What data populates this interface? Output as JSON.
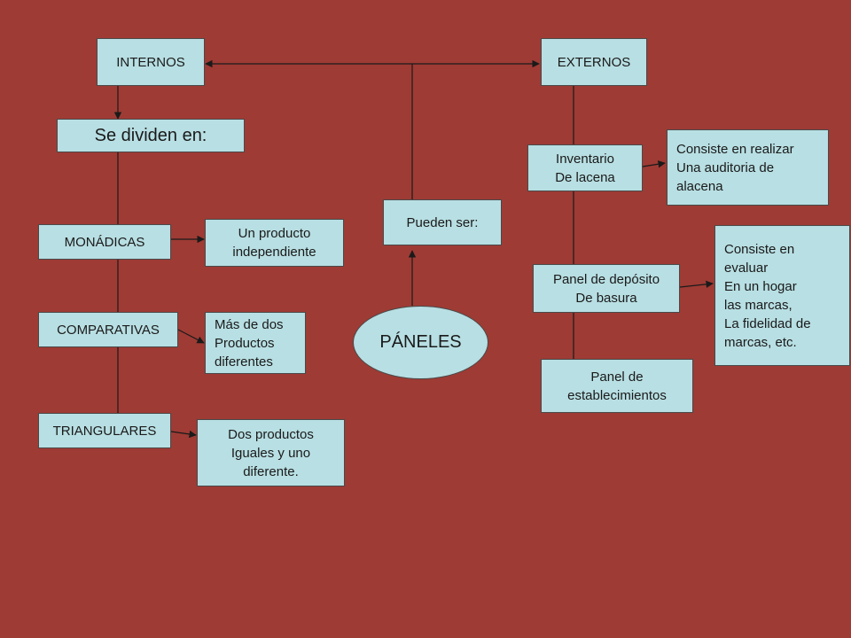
{
  "nodes": {
    "internos": "INTERNOS",
    "externos": "EXTERNOS",
    "se_dividen": "Se dividen en:",
    "monadicas": "MONÁDICAS",
    "comparativas": "COMPARATIVAS",
    "triangulares": "TRIANGULARES",
    "un_producto": "Un producto\nindependiente",
    "mas_de_dos": "Más de dos\nProductos\ndiferentes",
    "dos_productos": "Dos productos\nIguales y uno\ndiferente.",
    "pueden_ser": "Pueden ser:",
    "paneles": "PÁNELES",
    "inventario": "Inventario\nDe lacena",
    "consiste_realizar": "Consiste en realizar\nUna auditoria de\nalacena",
    "panel_deposito": "Panel de depósito\nDe basura",
    "consiste_evaluar": "Consiste en\nevaluar\nEn un hogar\n  las marcas,\nLa fidelidad de\n marcas, etc.",
    "panel_establecimientos": "Panel de\nestablecimientos"
  },
  "colors": {
    "background": "#9e3b34",
    "box_fill": "#b8dfe3",
    "line": "#1a1a1a"
  }
}
